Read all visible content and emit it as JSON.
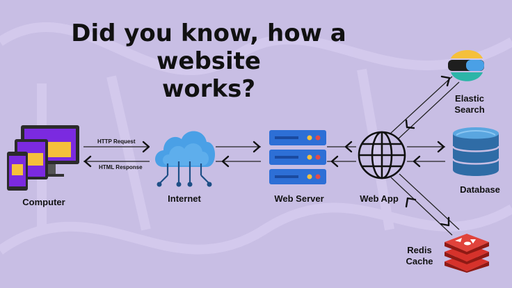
{
  "title_line1": "Did you know, how a website",
  "title_line2": "works?",
  "nodes": {
    "computer": "Computer",
    "internet": "Internet",
    "web_server": "Web Server",
    "web_app": "Web App",
    "elastic_line1": "Elastic",
    "elastic_line2": "Search",
    "database": "Database",
    "redis_line1": "Redis",
    "redis_line2": "Cache"
  },
  "edges": {
    "http_request": "HTTP Request",
    "html_response": "HTML Response"
  },
  "colors": {
    "background": "#c8bee4",
    "purple": "#7b2ae0",
    "yellow": "#f5c03b",
    "cloud_blue": "#4aa0e6",
    "server_blue": "#2d6fd6",
    "db_blue": "#2f6ca6",
    "redis_red": "#d6322b"
  }
}
